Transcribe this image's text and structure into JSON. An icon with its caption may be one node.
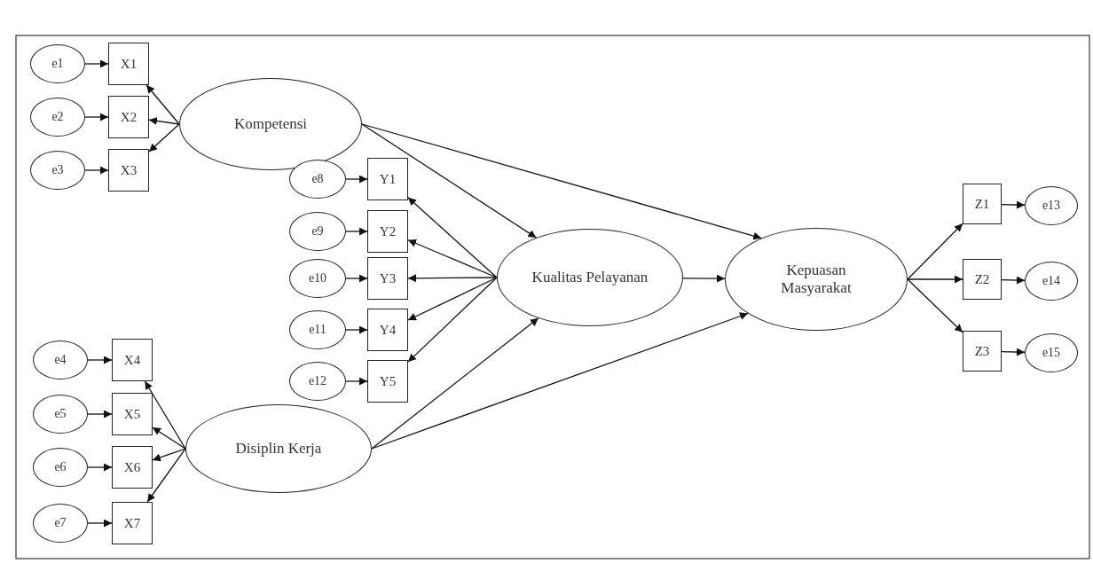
{
  "diagram": {
    "nodes": [
      {
        "text": [
          "Kompetensi"
        ]
      },
      {
        "text": [
          "Disiplin Kerja"
        ]
      },
      {
        "text": [
          "Kualitas Pelayanan"
        ]
      },
      {
        "text": [
          "Kepuasan Masyarakat"
        ]
      },
      {
        "text": [
          "X1"
        ]
      },
      {
        "text": [
          "X2"
        ]
      },
      {
        "text": [
          "X3"
        ]
      },
      {
        "text": [
          "X4"
        ]
      },
      {
        "text": [
          "X5"
        ]
      },
      {
        "text": [
          "X6"
        ]
      },
      {
        "text": [
          "X7"
        ]
      },
      {
        "text": [
          "Y1"
        ]
      },
      {
        "text": [
          "Y2"
        ]
      },
      {
        "text": [
          "Y3"
        ]
      },
      {
        "text": [
          "Y4"
        ]
      },
      {
        "text": [
          "Y5"
        ]
      },
      {
        "text": [
          "Z1"
        ]
      },
      {
        "text": [
          "Z2"
        ]
      },
      {
        "text": [
          "Z3"
        ]
      },
      {
        "text": [
          "e1"
        ]
      },
      {
        "text": [
          "e2"
        ]
      },
      {
        "text": [
          "e3"
        ]
      },
      {
        "text": [
          "e4"
        ]
      },
      {
        "text": [
          "e5"
        ]
      },
      {
        "text": [
          "e6"
        ]
      },
      {
        "text": [
          "e7"
        ]
      },
      {
        "text": [
          "e8"
        ]
      },
      {
        "text": [
          "e9"
        ]
      },
      {
        "text": [
          "e10"
        ]
      },
      {
        "text": [
          "e11"
        ]
      },
      {
        "text": [
          "e12"
        ]
      },
      {
        "text": [
          "e13"
        ]
      },
      {
        "text": [
          "e14"
        ]
      },
      {
        "text": [
          "e15"
        ]
      }
    ],
    "edges": [
      {
        "from": 19,
        "to": 4,
        "arrow": "to"
      },
      {
        "from": 20,
        "to": 5,
        "arrow": "to"
      },
      {
        "from": 21,
        "to": 6,
        "arrow": "to"
      },
      {
        "from": 22,
        "to": 7,
        "arrow": "to"
      },
      {
        "from": 23,
        "to": 8,
        "arrow": "to"
      },
      {
        "from": 24,
        "to": 9,
        "arrow": "to"
      },
      {
        "from": 25,
        "to": 10,
        "arrow": "to"
      },
      {
        "from": 26,
        "to": 11,
        "arrow": "to"
      },
      {
        "from": 27,
        "to": 12,
        "arrow": "to"
      },
      {
        "from": 28,
        "to": 13,
        "arrow": "to"
      },
      {
        "from": 29,
        "to": 14,
        "arrow": "to"
      },
      {
        "from": 30,
        "to": 15,
        "arrow": "to"
      },
      {
        "from": 0,
        "to": 4,
        "arrow": "to"
      },
      {
        "from": 0,
        "to": 5,
        "arrow": "to"
      },
      {
        "from": 0,
        "to": 6,
        "arrow": "to"
      },
      {
        "from": 1,
        "to": 7,
        "arrow": "to"
      },
      {
        "from": 1,
        "to": 8,
        "arrow": "to"
      },
      {
        "from": 1,
        "to": 9,
        "arrow": "to"
      },
      {
        "from": 1,
        "to": 10,
        "arrow": "to"
      },
      {
        "from": 2,
        "to": 11,
        "arrow": "to"
      },
      {
        "from": 2,
        "to": 12,
        "arrow": "to"
      },
      {
        "from": 2,
        "to": 13,
        "arrow": "to"
      },
      {
        "from": 2,
        "to": 14,
        "arrow": "to"
      },
      {
        "from": 2,
        "to": 15,
        "arrow": "to"
      },
      {
        "from": 0,
        "to": 2,
        "arrow": "to"
      },
      {
        "from": 0,
        "to": 3,
        "arrow": "to"
      },
      {
        "from": 1,
        "to": 2,
        "arrow": "to"
      },
      {
        "from": 1,
        "to": 3,
        "arrow": "to"
      },
      {
        "from": 2,
        "to": 3,
        "arrow": "to"
      },
      {
        "from": 3,
        "to": 16,
        "arrow": "to"
      },
      {
        "from": 3,
        "to": 17,
        "arrow": "to"
      },
      {
        "from": 3,
        "to": 18,
        "arrow": "to"
      },
      {
        "from": 16,
        "to": 31,
        "arrow": "to"
      },
      {
        "from": 17,
        "to": 32,
        "arrow": "to"
      },
      {
        "from": 18,
        "to": 33,
        "arrow": "to"
      }
    ]
  }
}
